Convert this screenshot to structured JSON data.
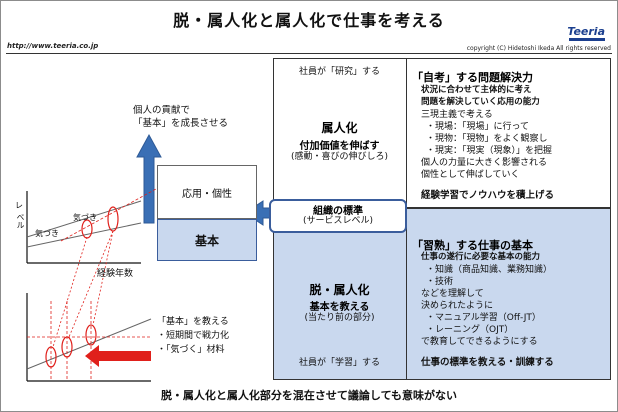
{
  "header": {
    "title": "脱・属人化と属人化で仕事を考える",
    "url": "http://www.teeria.co.jp",
    "copyright": "copyright (C)  Hidetoshi Ikeda All rights reserved",
    "logo": "Teeria"
  },
  "left": {
    "growth_caption_1": "個人の貢献で",
    "growth_caption_2": "「基本」を成長させる",
    "oyo_box": "応用・個性",
    "kihon_box": "基本",
    "graph_ylabel_top": "レ",
    "graph_ylabel_bottom": "ベル",
    "kizuki_1": "気づき",
    "kizuki_2": "気づき",
    "xlabel": "経験年数",
    "teach_1": "「基本」を教える",
    "teach_2": "・短期間で戦力化",
    "teach_3": "・「気づく」材料"
  },
  "top_panel": {
    "trigger": "社員が「研究」する",
    "heading_1": "属人化",
    "heading_2": "付加価値を伸ばす",
    "heading_3": "(感動・喜びの伸びしろ)",
    "right_title": "「自考」する問題解決力",
    "right_sub_1": "状況に合わせて主体的に考え",
    "right_sub_2": "問題を解決していく応用の能力",
    "lines": [
      "三現主義で考える",
      "・現場：「現場」に行って",
      "・現物：「現物」をよく観察し",
      "・現実：「現実（現象）」を把握",
      "個人の力量に大きく影響される",
      "個性として伸ばしていく"
    ],
    "summary": "経験学習でノウハウを積上げる"
  },
  "standard": {
    "line_1": "組織の標準",
    "line_2": "(サービスレベル)"
  },
  "bottom_panel": {
    "heading_1": "脱・属人化",
    "heading_2": "基本を教える",
    "heading_3": "(当たり前の部分)",
    "trigger": "社員が「学習」する",
    "right_title": "「習熟」する仕事の基本",
    "right_sub": "仕事の遂行に必要な基本の能力",
    "lines": [
      "・知識（商品知識、業務知識）",
      "・技術",
      "などを理解して",
      "決められたように",
      "・マニュアル学習（Off-JT）",
      "・レーニング（OJT）",
      "で教育してできるようにする"
    ],
    "summary": "仕事の標準を教える・訓練する"
  },
  "footer": {
    "note": "脱・属人化と属人化部分を混在させて議論しても意味がない"
  },
  "colors": {
    "accent_blue": "#3a6fb5",
    "light_blue": "#c9d8ee",
    "red": "#e0201b"
  }
}
